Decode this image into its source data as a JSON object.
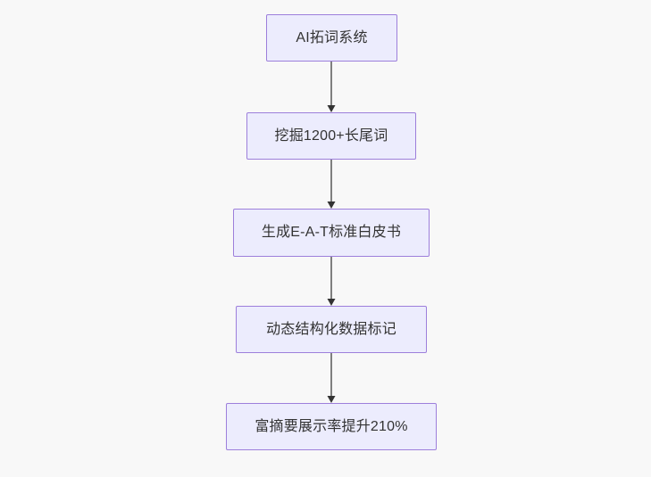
{
  "diagram": {
    "type": "flowchart",
    "direction": "top-to-bottom",
    "background_color": "#f8f8f8",
    "node_fill_color": "#ececfd",
    "node_border_color": "#9d7fdb",
    "node_text_color": "#333333",
    "edge_color": "#7f7f7f",
    "arrowhead_color": "#333333",
    "nodes": [
      {
        "id": "n1",
        "label": "AI拓词系统"
      },
      {
        "id": "n2",
        "label": "挖掘1200+长尾词"
      },
      {
        "id": "n3",
        "label": "生成E-A-T标准白皮书"
      },
      {
        "id": "n4",
        "label": "动态结构化数据标记"
      },
      {
        "id": "n5",
        "label": "富摘要展示率提升210%"
      }
    ],
    "edges": [
      {
        "from": "n1",
        "to": "n2",
        "label": ""
      },
      {
        "from": "n2",
        "to": "n3",
        "label": ""
      },
      {
        "from": "n3",
        "to": "n4",
        "label": ""
      },
      {
        "from": "n4",
        "to": "n5",
        "label": ""
      }
    ]
  }
}
